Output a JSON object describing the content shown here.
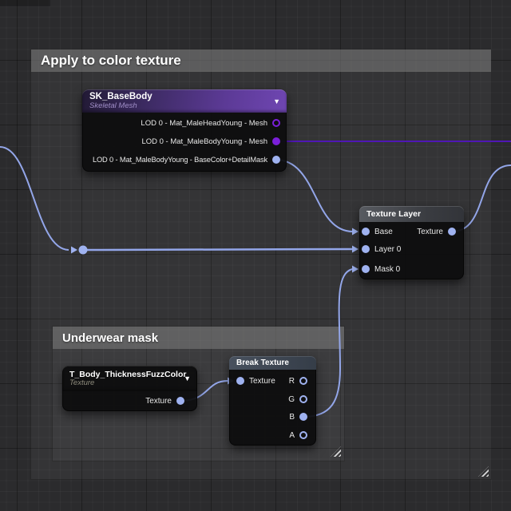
{
  "comments": [
    {
      "title": "Apply to color texture"
    },
    {
      "title": "Underwear mask"
    }
  ],
  "nodes": {
    "sk_basebody": {
      "title": "SK_BaseBody",
      "subtitle": "Skeletal Mesh",
      "pins": [
        {
          "label": "LOD 0 - Mat_MaleHeadYoung - Mesh",
          "state": "hollow",
          "color": "purple"
        },
        {
          "label": "LOD 0 - Mat_MaleBodyYoung - Mesh",
          "state": "solid",
          "color": "purple"
        },
        {
          "label": "LOD 0 - Mat_MaleBodyYoung - BaseColor+DetailMask",
          "state": "solid",
          "color": "lavender"
        }
      ]
    },
    "texture_layer": {
      "title": "Texture Layer",
      "inputs": [
        {
          "label": "Base"
        },
        {
          "label": "Layer 0"
        },
        {
          "label": "Mask 0"
        }
      ],
      "output": {
        "label": "Texture"
      }
    },
    "t_body": {
      "title": "T_Body_ThicknessFuzzColor",
      "subtitle": "Texture",
      "output": {
        "label": "Texture"
      }
    },
    "break_texture": {
      "title": "Break Texture",
      "input": {
        "label": "Texture"
      },
      "outputs": [
        {
          "label": "R",
          "state": "hollow"
        },
        {
          "label": "G",
          "state": "hollow"
        },
        {
          "label": "B",
          "state": "solid"
        },
        {
          "label": "A",
          "state": "hollow"
        }
      ]
    }
  },
  "icons": {
    "dropdown": "▼"
  },
  "colors": {
    "background": "#2b2b2d",
    "comment_bar": "#4b4b4b",
    "node_body": "#0d0d0e",
    "header_purple": "#5c3a96",
    "header_steel": "#4a5b6d",
    "header_grey": "#4a4d53",
    "header_slate": "#3e4754",
    "pin_lavender": "#9fb2f0",
    "pin_purple": "#7b1fd9",
    "wire_lavender": "#93a6e9",
    "wire_purple": "#4f16b5"
  }
}
